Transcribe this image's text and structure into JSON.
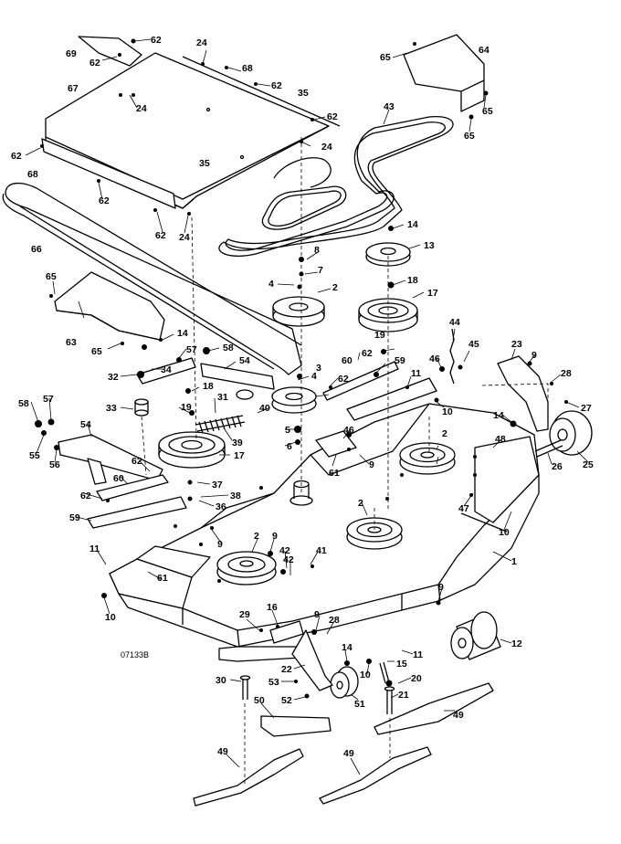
{
  "drawing_code": "07133B",
  "callouts": [
    {
      "label": "62"
    },
    {
      "label": "69"
    },
    {
      "label": "62"
    },
    {
      "label": "24"
    },
    {
      "label": "68"
    },
    {
      "label": "62"
    },
    {
      "label": "67"
    },
    {
      "label": "24"
    },
    {
      "label": "35"
    },
    {
      "label": "62"
    },
    {
      "label": "24"
    },
    {
      "label": "62"
    },
    {
      "label": "68"
    },
    {
      "label": "62"
    },
    {
      "label": "35"
    },
    {
      "label": "62"
    },
    {
      "label": "24"
    },
    {
      "label": "66"
    },
    {
      "label": "65"
    },
    {
      "label": "64"
    },
    {
      "label": "65"
    },
    {
      "label": "65"
    },
    {
      "label": "43"
    },
    {
      "label": "14"
    },
    {
      "label": "13"
    },
    {
      "label": "8"
    },
    {
      "label": "7"
    },
    {
      "label": "4"
    },
    {
      "label": "2"
    },
    {
      "label": "18"
    },
    {
      "label": "17"
    },
    {
      "label": "65"
    },
    {
      "label": "63"
    },
    {
      "label": "65"
    },
    {
      "label": "14"
    },
    {
      "label": "57"
    },
    {
      "label": "58"
    },
    {
      "label": "32"
    },
    {
      "label": "34"
    },
    {
      "label": "54"
    },
    {
      "label": "18"
    },
    {
      "label": "33"
    },
    {
      "label": "19"
    },
    {
      "label": "31"
    },
    {
      "label": "39"
    },
    {
      "label": "4"
    },
    {
      "label": "62"
    },
    {
      "label": "3"
    },
    {
      "label": "40"
    },
    {
      "label": "5"
    },
    {
      "label": "6"
    },
    {
      "label": "17"
    },
    {
      "label": "19"
    },
    {
      "label": "62"
    },
    {
      "label": "60"
    },
    {
      "label": "59"
    },
    {
      "label": "44"
    },
    {
      "label": "46"
    },
    {
      "label": "45"
    },
    {
      "label": "11"
    },
    {
      "label": "10"
    },
    {
      "label": "23"
    },
    {
      "label": "9"
    },
    {
      "label": "28"
    },
    {
      "label": "27"
    },
    {
      "label": "14"
    },
    {
      "label": "25"
    },
    {
      "label": "26"
    },
    {
      "label": "48"
    },
    {
      "label": "2"
    },
    {
      "label": "46"
    },
    {
      "label": "9"
    },
    {
      "label": "61"
    },
    {
      "label": "58"
    },
    {
      "label": "57"
    },
    {
      "label": "55"
    },
    {
      "label": "56"
    },
    {
      "label": "54"
    },
    {
      "label": "62"
    },
    {
      "label": "60"
    },
    {
      "label": "37"
    },
    {
      "label": "36"
    },
    {
      "label": "38"
    },
    {
      "label": "62"
    },
    {
      "label": "59"
    },
    {
      "label": "9"
    },
    {
      "label": "47"
    },
    {
      "label": "10"
    },
    {
      "label": "1"
    },
    {
      "label": "2"
    },
    {
      "label": "2"
    },
    {
      "label": "9"
    },
    {
      "label": "42"
    },
    {
      "label": "41"
    },
    {
      "label": "42"
    },
    {
      "label": "11"
    },
    {
      "label": "61"
    },
    {
      "label": "10"
    },
    {
      "label": "9"
    },
    {
      "label": "12"
    },
    {
      "label": "29"
    },
    {
      "label": "16"
    },
    {
      "label": "9"
    },
    {
      "label": "28"
    },
    {
      "label": "22"
    },
    {
      "label": "14"
    },
    {
      "label": "10"
    },
    {
      "label": "11"
    },
    {
      "label": "15"
    },
    {
      "label": "20"
    },
    {
      "label": "30"
    },
    {
      "label": "53"
    },
    {
      "label": "52"
    },
    {
      "label": "51"
    },
    {
      "label": "21"
    },
    {
      "label": "50"
    },
    {
      "label": "49"
    },
    {
      "label": "49"
    },
    {
      "label": "49"
    }
  ]
}
